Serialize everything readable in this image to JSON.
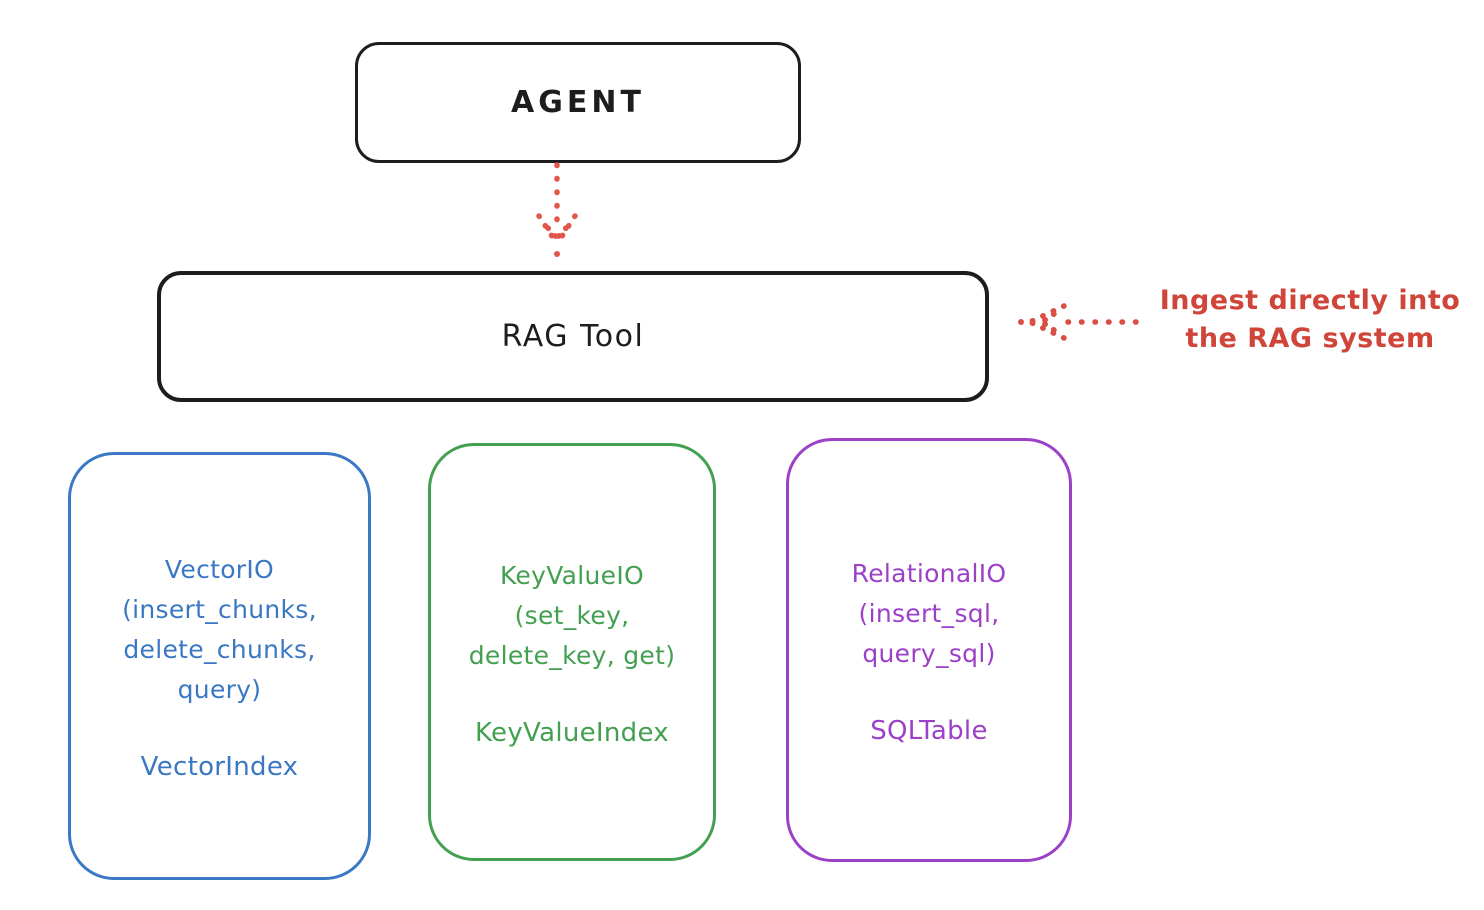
{
  "nodes": {
    "agent": {
      "label": "AGENT"
    },
    "rag_tool": {
      "label": "RAG Tool"
    }
  },
  "annotation": {
    "line1": "Ingest directly into",
    "line2": "the RAG system",
    "color": "#d0453a"
  },
  "arrows": {
    "agent_to_rag": {
      "style": "dotted",
      "direction": "down",
      "color": "#e2574a"
    },
    "ingest_to_rag": {
      "style": "dotted",
      "direction": "left",
      "color": "#d94f43"
    }
  },
  "backends": [
    {
      "title": "VectorIO",
      "methods": "(insert_chunks,\ndelete_chunks,\nquery)",
      "index_label": "VectorIndex",
      "color": "#3b78c4"
    },
    {
      "title": "KeyValueIO",
      "methods": "(set_key,\ndelete_key, get)",
      "index_label": "KeyValueIndex",
      "color": "#43a051"
    },
    {
      "title": "RelationalIO",
      "methods": "(insert_sql,\nquery_sql)",
      "index_label": "SQLTable",
      "color": "#9c40c8"
    }
  ]
}
